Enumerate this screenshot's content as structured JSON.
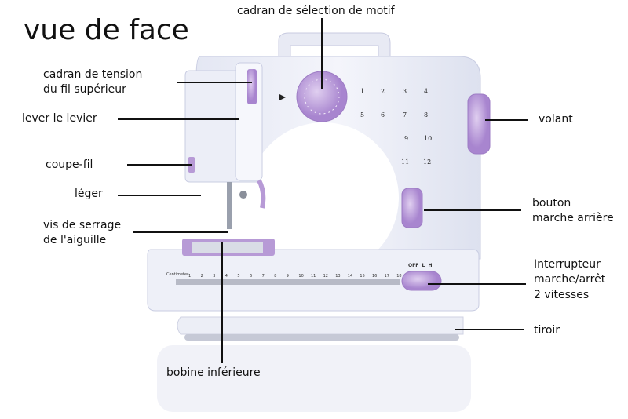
{
  "title": "vue de face",
  "labels": {
    "pattern_dial": "cadran de sélection de motif",
    "tension_dial_1": "cadran de tension",
    "tension_dial_2": "du fil supérieur",
    "lever": "lever le levier",
    "thread_cutter": "coupe-fil",
    "light": "léger",
    "needle_screw_1": "vis de serrage",
    "needle_screw_2": "de l'aiguille",
    "bobbin": "bobine inférieure",
    "handwheel": "volant",
    "reverse_1": "bouton",
    "reverse_2": "marche arrière",
    "switch_1": "Interrupteur",
    "switch_2": "marche/arrêt",
    "switch_3": "2 vitesses",
    "drawer": "tiroir"
  },
  "machine": {
    "stitch_numbers": [
      "1",
      "2",
      "3",
      "4",
      "5",
      "6",
      "7",
      "8",
      "9",
      "10",
      "11",
      "12"
    ],
    "ruler_label": "Centimeter",
    "ruler_numbers": [
      "1",
      "2",
      "3",
      "4",
      "5",
      "6",
      "7",
      "8",
      "9",
      "10",
      "11",
      "12",
      "13",
      "14",
      "15",
      "16",
      "17",
      "18"
    ],
    "switch_positions": "OFF  L  H",
    "accent": "#b79ad6",
    "body": "#eef0f8"
  }
}
